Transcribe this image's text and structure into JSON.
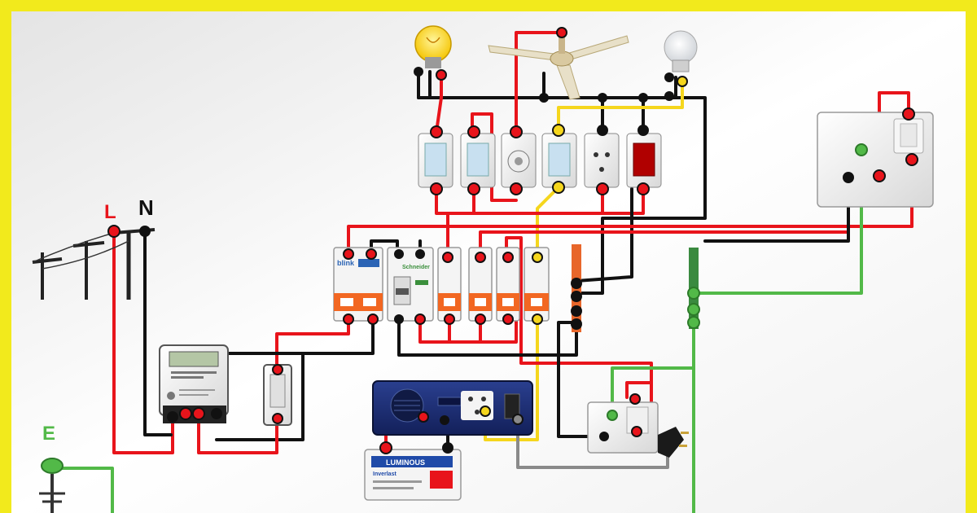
{
  "labels": {
    "line": "L",
    "neutral": "N",
    "earth": "E"
  },
  "brands": {
    "mcb": "blink",
    "rccb": "Schneider",
    "battery": "LUMINOUS",
    "battery_model": "Inverlast"
  },
  "colors": {
    "border": "#f2ea1c",
    "live": "#e8141b",
    "neutral": "#111111",
    "inverter_out": "#f5d61d",
    "earth": "#52b948",
    "inverter_body": "#1b2a6b",
    "mcb_orange": "#f26722",
    "busbar_orange": "#e8662a",
    "busbar_green": "#3a8a3f"
  },
  "icons": [
    "incandescent-bulb-icon",
    "ceiling-fan-icon",
    "led-bulb-icon",
    "utility-pole-icon",
    "energy-meter-icon",
    "main-switch-fuse-icon",
    "double-pole-mcb-icon",
    "rccb-icon",
    "single-pole-mcb-icon",
    "neutral-busbar-icon",
    "earth-busbar-icon",
    "inverter-icon",
    "battery-icon",
    "three-pin-plug-icon",
    "wall-socket-icon",
    "earth-electrode-icon"
  ]
}
